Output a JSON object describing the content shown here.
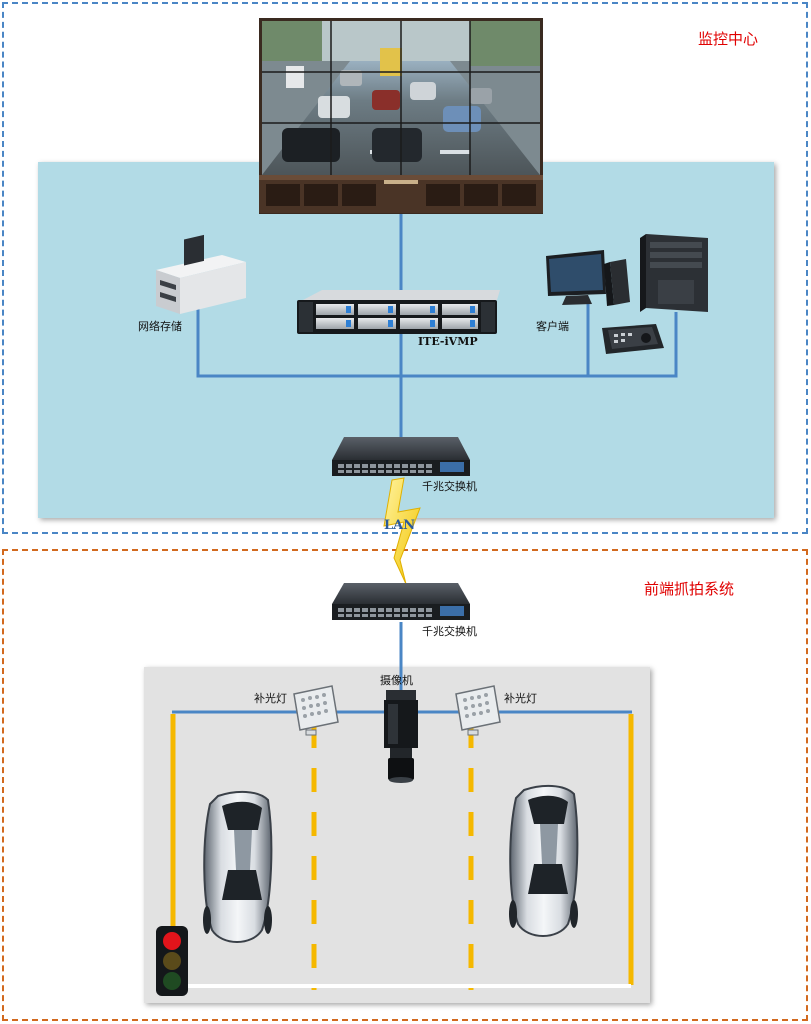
{
  "zones": {
    "monitoring_center": "监控中心",
    "front_capture_system": "前端抓拍系统"
  },
  "labels": {
    "network_storage": "网络存储",
    "server": "ITE-iVMP",
    "client": "客户端",
    "gigabit_switch_top": "千兆交换机",
    "lan": "LAN",
    "gigabit_switch_bottom": "千兆交换机",
    "camera": "摄像机",
    "fill_light_left": "补光灯",
    "fill_light_right": "补光灯"
  },
  "colors": {
    "link": "#4a86c5",
    "zone_top_border": "#4a86c5",
    "zone_bottom_border": "#d2691e",
    "zone_title": "#e00000",
    "panel_blue": "#b2dbe6",
    "panel_gray": "#e2e2e2",
    "lane_yellow": "#f5b800"
  }
}
